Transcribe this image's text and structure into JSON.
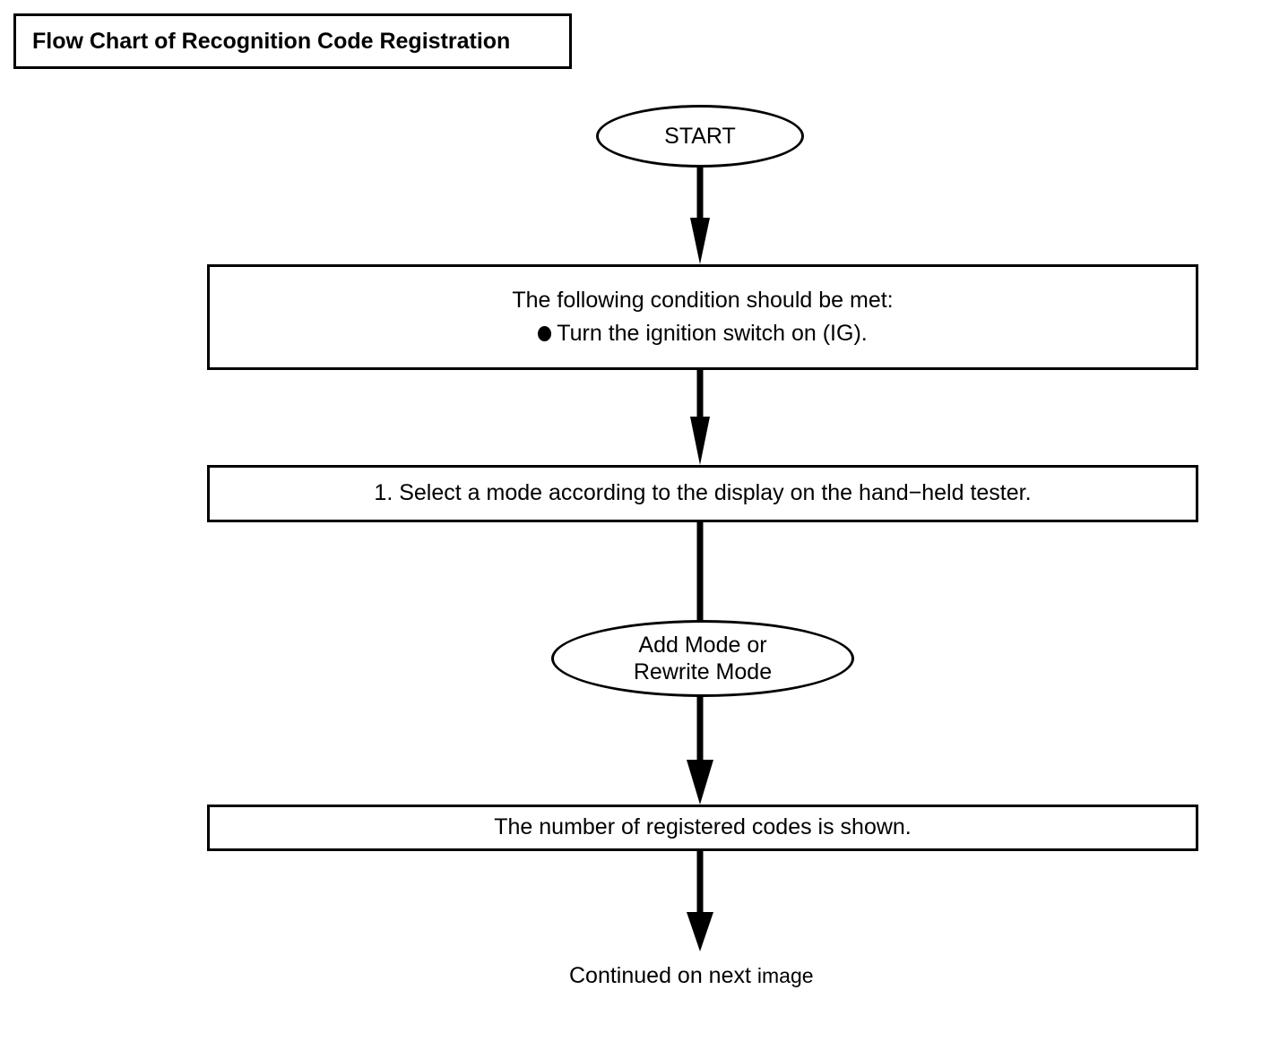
{
  "document": {
    "title": "Flow Chart of Recognition Code Registration"
  },
  "flowchart": {
    "type": "flowchart",
    "orientation": "top-to-bottom",
    "nodes": [
      {
        "id": "start",
        "shape": "oval",
        "label": "START"
      },
      {
        "id": "condition",
        "shape": "rectangle",
        "line1": "The following condition should be met:",
        "bullet_marker": "●",
        "line2": "Turn the ignition switch on (IG)."
      },
      {
        "id": "step-1",
        "shape": "rectangle",
        "label": "1. Select a mode according to the display on the hand−held tester."
      },
      {
        "id": "mode",
        "shape": "oval",
        "line1": "Add Mode or",
        "line2": "Rewrite Mode"
      },
      {
        "id": "result",
        "shape": "rectangle",
        "label": "The number of registered codes is shown."
      },
      {
        "id": "continued",
        "shape": "caption",
        "label_main": "Continued on next ",
        "label_tail": "image"
      }
    ],
    "connectors": [
      {
        "id": "start-to-condition",
        "from": "start",
        "to": "condition",
        "arrow": "down"
      },
      {
        "id": "condition-to-step-1",
        "from": "condition",
        "to": "step-1",
        "arrow": "down"
      },
      {
        "id": "step-1-to-mode",
        "from": "step-1",
        "to": "mode",
        "arrow": "none"
      },
      {
        "id": "mode-to-result",
        "from": "mode",
        "to": "result",
        "arrow": "down"
      },
      {
        "id": "result-to-continued",
        "from": "result",
        "to": "continued",
        "arrow": "down"
      }
    ]
  },
  "colors": {
    "stroke": "#000000",
    "background": "#ffffff"
  }
}
